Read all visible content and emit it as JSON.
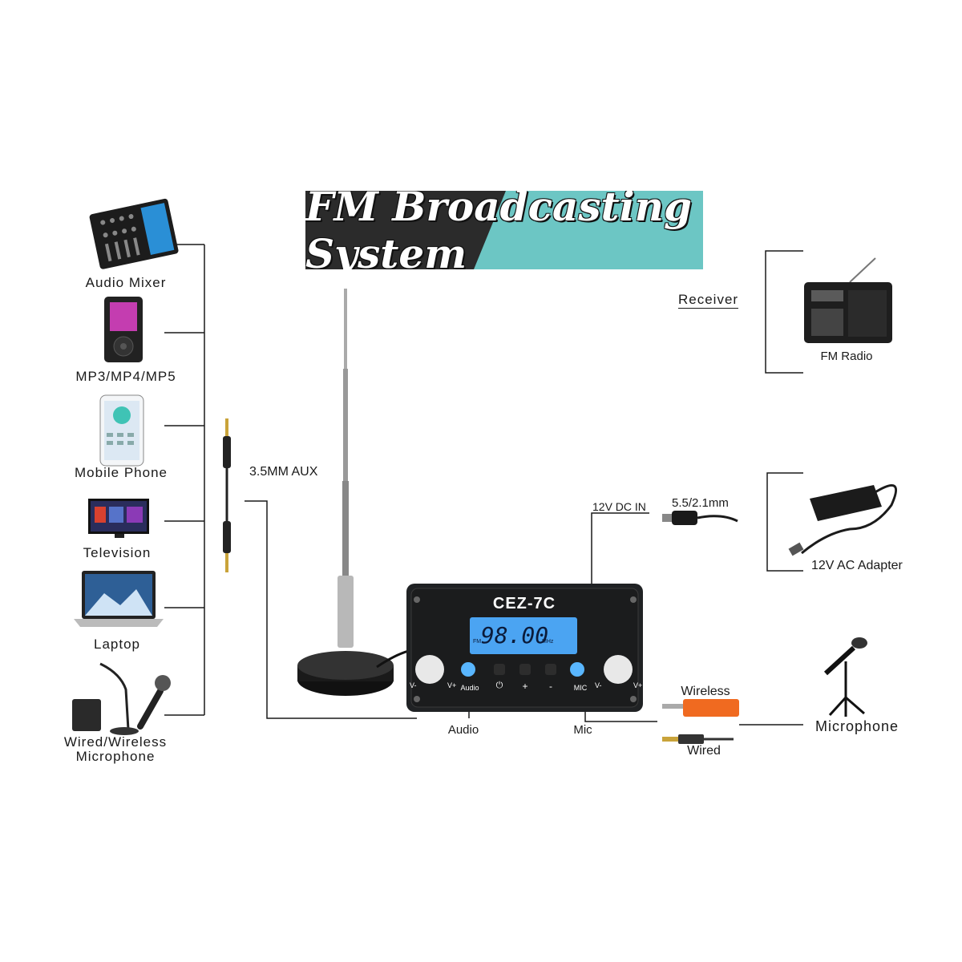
{
  "banner": {
    "title": "FM Broadcasting System",
    "color_dark": "#2b2b2b",
    "color_accent": "#6cc6c4"
  },
  "sources": [
    {
      "label": "Audio Mixer",
      "icon": "audio-mixer-icon"
    },
    {
      "label": "MP3/MP4/MP5",
      "icon": "mp3-player-icon"
    },
    {
      "label": "Mobile Phone",
      "icon": "mobile-phone-icon"
    },
    {
      "label": "Television",
      "icon": "television-icon"
    },
    {
      "label": "Laptop",
      "icon": "laptop-icon"
    },
    {
      "label": "Wired/Wireless",
      "label2": "Microphone",
      "icon": "wired-wireless-microphone-icon"
    }
  ],
  "cable": {
    "label": "3.5MM AUX"
  },
  "device": {
    "model": "CEZ-7C",
    "frequency": "98.00",
    "unit_fm": "FM",
    "unit_mhz": "MHz",
    "audio_label": "Audio",
    "mic_label": "MIC",
    "vol_minus": "V-",
    "vol_plus": "V+",
    "plus": "+",
    "minus": "-",
    "lcd_color": "#3f8fe0"
  },
  "ports": {
    "audio": "Audio",
    "mic": "Mic",
    "dc_in": "12V DC IN"
  },
  "power": {
    "plug": "5.5/2.1mm",
    "adapter": "12V AC Adapter"
  },
  "receiver": {
    "heading": "Receiver",
    "label": "FM Radio"
  },
  "microphone": {
    "wireless": "Wireless",
    "wired": "Wired",
    "label": "Microphone"
  }
}
